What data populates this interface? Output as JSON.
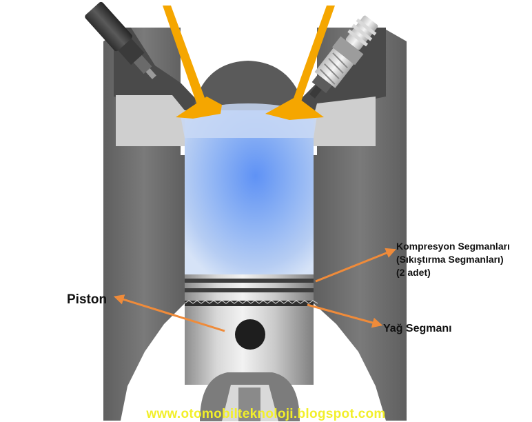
{
  "labels": {
    "piston": "Piston",
    "oil_ring": "Yağ Segmanı",
    "compression_rings": {
      "line1": "Kompresyon Segmanları",
      "line2": "(Sıkıştırma  Segmanları)",
      "line3": "(2 adet)"
    }
  },
  "footer": {
    "url": "www.otomobilteknoloji.blogspot.com"
  },
  "colors": {
    "cylinder": "#6e6e6e",
    "head": "#4a4a4a",
    "gasket": "#cfcfcf",
    "valve": "#f5a600",
    "combustion": "#6f9ef2",
    "arrow": "#ef8b3a",
    "footer_text": "#f2ef2a"
  },
  "icons": {
    "injector": "fuel-injector-icon",
    "spark_plug": "spark-plug-icon"
  }
}
